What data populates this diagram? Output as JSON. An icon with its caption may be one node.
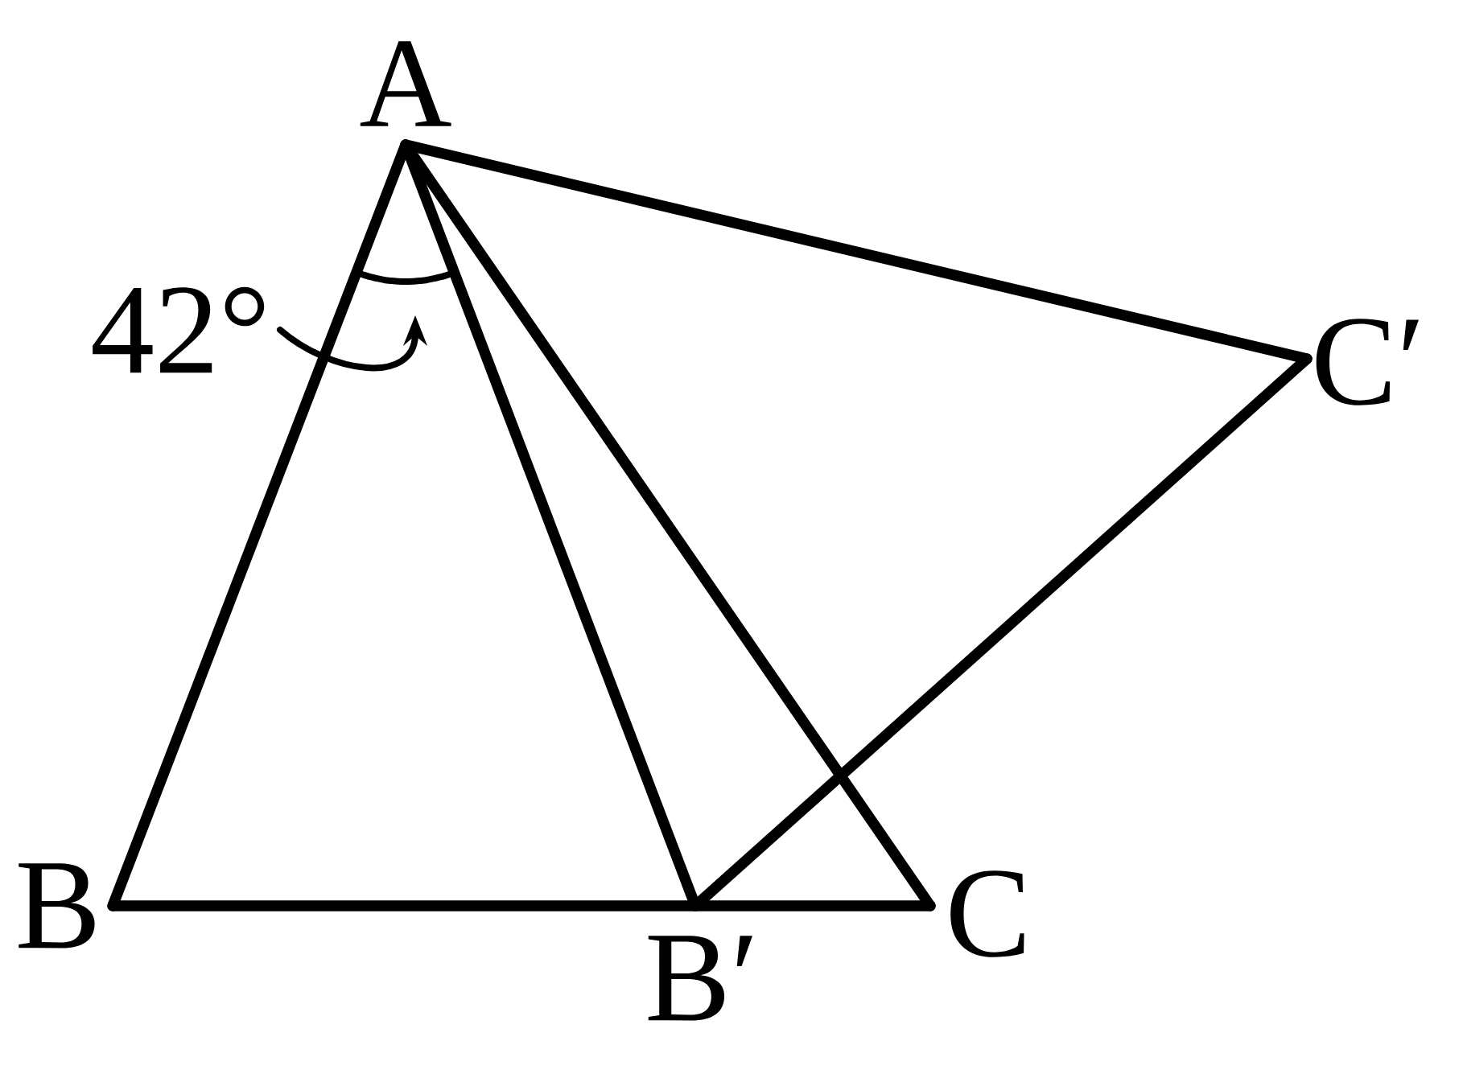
{
  "diagram": {
    "nodes": [
      {
        "text": [
          "A"
        ]
      },
      {
        "text": [
          "B"
        ]
      },
      {
        "text": [
          "C"
        ]
      },
      {
        "text": [
          "B′"
        ]
      },
      {
        "text": [
          "C′"
        ]
      },
      {
        "text": [
          "42°"
        ]
      }
    ],
    "edges": [
      {
        "from": 0,
        "to": 1,
        "arrow": "none"
      },
      {
        "from": 1,
        "to": 3,
        "arrow": "none"
      },
      {
        "from": 3,
        "to": 2,
        "arrow": "none"
      },
      {
        "from": 0,
        "to": 2,
        "arrow": "none"
      },
      {
        "from": 0,
        "to": 3,
        "arrow": "none"
      },
      {
        "from": 0,
        "to": 4,
        "arrow": "none"
      },
      {
        "from": 3,
        "to": 4,
        "arrow": "none"
      },
      {
        "from": 5,
        "to": null,
        "arrow": "to"
      }
    ]
  }
}
